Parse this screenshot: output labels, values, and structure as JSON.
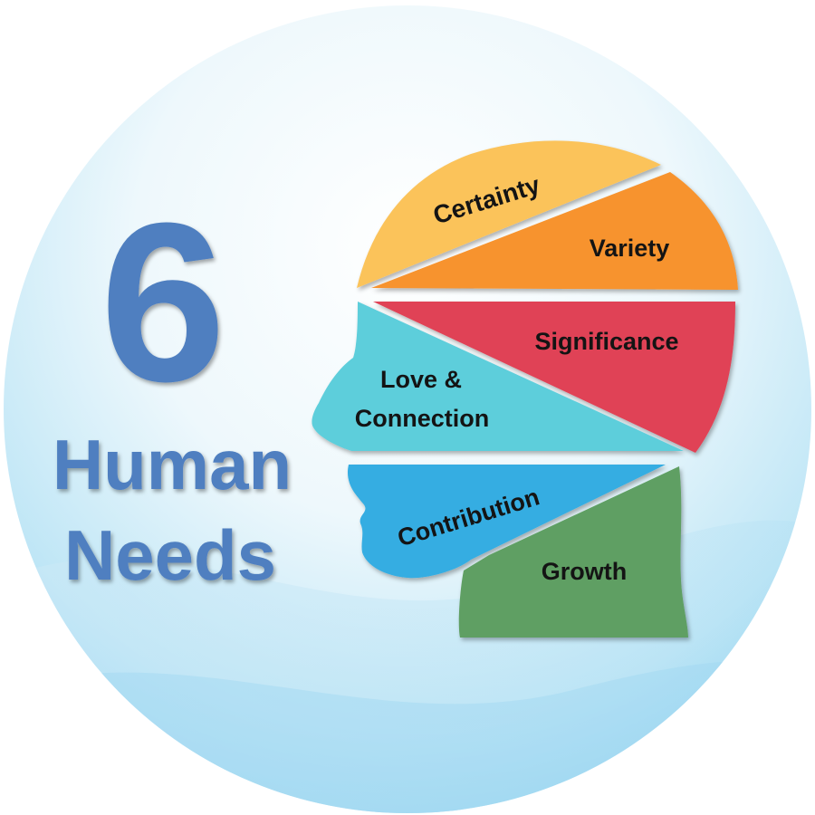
{
  "title": {
    "number": "6",
    "line1": "Human",
    "line2": "Needs"
  },
  "needs": [
    {
      "id": "certainty",
      "label": "Certainty",
      "color": "#FBC35A"
    },
    {
      "id": "variety",
      "label": "Variety",
      "color": "#F7932E"
    },
    {
      "id": "significance",
      "label": "Significance",
      "color": "#E04356"
    },
    {
      "id": "love-connection",
      "label_line1": "Love &",
      "label_line2": "Connection",
      "color": "#5DCEDB"
    },
    {
      "id": "contribution",
      "label": "Contribution",
      "color": "#34ADE2"
    },
    {
      "id": "growth",
      "label": "Growth",
      "color": "#5E9F63"
    }
  ],
  "colors": {
    "title_blue": "#4F7FC0",
    "background_light": "#F4FAFD",
    "background_blue": "#8DD3F0"
  }
}
